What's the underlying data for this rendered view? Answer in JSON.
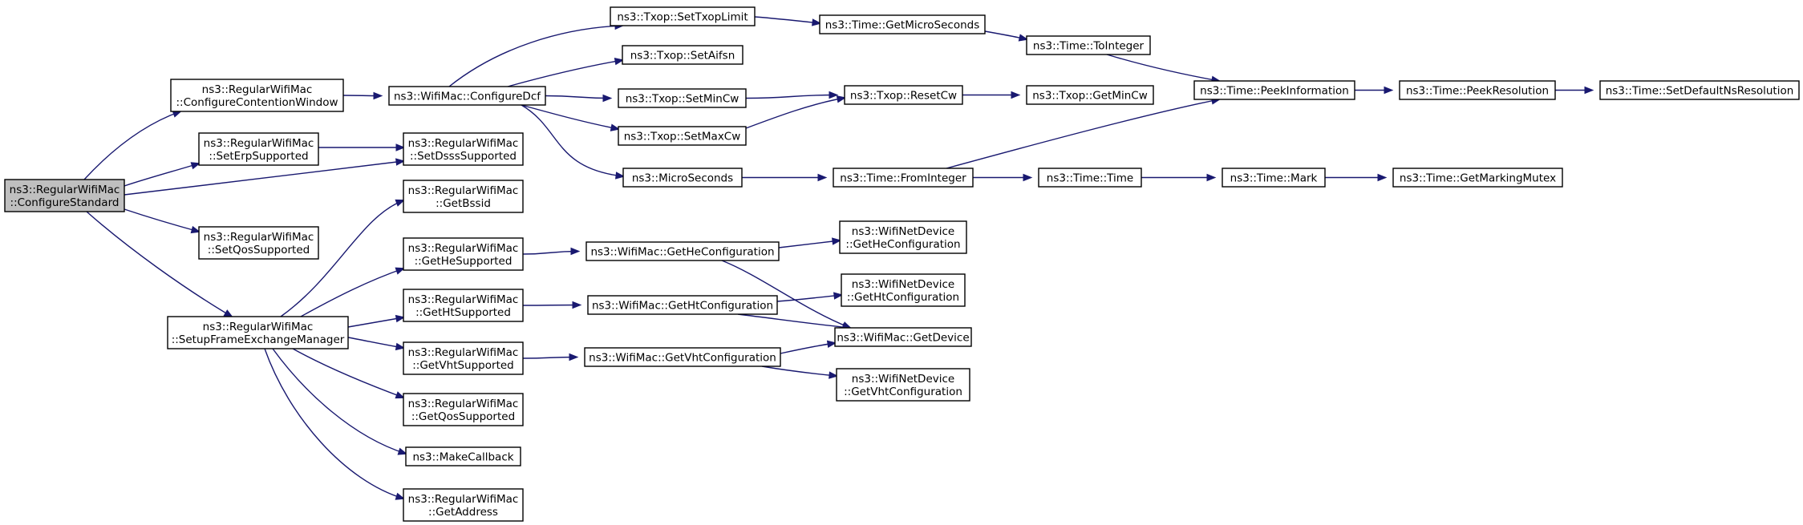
{
  "graph": {
    "nodes": [
      {
        "id": "configure_standard",
        "name": "node-configure-standard",
        "lines": [
          "ns3::RegularWifiMac",
          "::ConfigureStandard"
        ],
        "highlight": true
      },
      {
        "id": "configure_contention_window",
        "name": "node-configure-contention-window",
        "lines": [
          "ns3::RegularWifiMac",
          "::ConfigureContentionWindow"
        ]
      },
      {
        "id": "set_erp_supported",
        "name": "node-set-erp-supported",
        "lines": [
          "ns3::RegularWifiMac",
          "::SetErpSupported"
        ]
      },
      {
        "id": "set_qos_supported",
        "name": "node-set-qos-supported",
        "lines": [
          "ns3::RegularWifiMac",
          "::SetQosSupported"
        ]
      },
      {
        "id": "setup_frame_exchange_manager",
        "name": "node-setup-frame-exchange-manager",
        "lines": [
          "ns3::RegularWifiMac",
          "::SetupFrameExchangeManager"
        ]
      },
      {
        "id": "configure_dcf",
        "name": "node-configure-dcf",
        "lines": [
          "ns3::WifiMac::ConfigureDcf"
        ]
      },
      {
        "id": "set_dsss_supported",
        "name": "node-set-dsss-supported",
        "lines": [
          "ns3::RegularWifiMac",
          "::SetDsssSupported"
        ]
      },
      {
        "id": "get_bssid",
        "name": "node-get-bssid",
        "lines": [
          "ns3::RegularWifiMac",
          "::GetBssid"
        ]
      },
      {
        "id": "get_he_supported",
        "name": "node-get-he-supported",
        "lines": [
          "ns3::RegularWifiMac",
          "::GetHeSupported"
        ]
      },
      {
        "id": "get_ht_supported",
        "name": "node-get-ht-supported",
        "lines": [
          "ns3::RegularWifiMac",
          "::GetHtSupported"
        ]
      },
      {
        "id": "get_vht_supported",
        "name": "node-get-vht-supported",
        "lines": [
          "ns3::RegularWifiMac",
          "::GetVhtSupported"
        ]
      },
      {
        "id": "get_qos_supported",
        "name": "node-get-qos-supported",
        "lines": [
          "ns3::RegularWifiMac",
          "::GetQosSupported"
        ]
      },
      {
        "id": "make_callback",
        "name": "node-make-callback",
        "lines": [
          "ns3::MakeCallback"
        ]
      },
      {
        "id": "get_address",
        "name": "node-get-address",
        "lines": [
          "ns3::RegularWifiMac",
          "::GetAddress"
        ]
      },
      {
        "id": "set_txop_limit",
        "name": "node-set-txop-limit",
        "lines": [
          "ns3::Txop::SetTxopLimit"
        ]
      },
      {
        "id": "set_aifsn",
        "name": "node-set-aifsn",
        "lines": [
          "ns3::Txop::SetAifsn"
        ]
      },
      {
        "id": "set_min_cw",
        "name": "node-set-min-cw",
        "lines": [
          "ns3::Txop::SetMinCw"
        ]
      },
      {
        "id": "set_max_cw",
        "name": "node-set-max-cw",
        "lines": [
          "ns3::Txop::SetMaxCw"
        ]
      },
      {
        "id": "micro_seconds",
        "name": "node-micro-seconds",
        "lines": [
          "ns3::MicroSeconds"
        ]
      },
      {
        "id": "wm_get_he_configuration",
        "name": "node-wifimac-get-he-configuration",
        "lines": [
          "ns3::WifiMac::GetHeConfiguration"
        ]
      },
      {
        "id": "wm_get_ht_configuration",
        "name": "node-wifimac-get-ht-configuration",
        "lines": [
          "ns3::WifiMac::GetHtConfiguration"
        ]
      },
      {
        "id": "wm_get_vht_configuration",
        "name": "node-wifimac-get-vht-configuration",
        "lines": [
          "ns3::WifiMac::GetVhtConfiguration"
        ]
      },
      {
        "id": "get_micro_seconds",
        "name": "node-time-get-micro-seconds",
        "lines": [
          "ns3::Time::GetMicroSeconds"
        ]
      },
      {
        "id": "reset_cw",
        "name": "node-txop-reset-cw",
        "lines": [
          "ns3::Txop::ResetCw"
        ]
      },
      {
        "id": "from_integer",
        "name": "node-time-from-integer",
        "lines": [
          "ns3::Time::FromInteger"
        ]
      },
      {
        "id": "nd_get_he_configuration",
        "name": "node-netdevice-get-he-configuration",
        "lines": [
          "ns3::WifiNetDevice",
          "::GetHeConfiguration"
        ]
      },
      {
        "id": "nd_get_ht_configuration",
        "name": "node-netdevice-get-ht-configuration",
        "lines": [
          "ns3::WifiNetDevice",
          "::GetHtConfiguration"
        ]
      },
      {
        "id": "get_device",
        "name": "node-wifimac-get-device",
        "lines": [
          "ns3::WifiMac::GetDevice"
        ]
      },
      {
        "id": "nd_get_vht_configuration",
        "name": "node-netdevice-get-vht-configuration",
        "lines": [
          "ns3::WifiNetDevice",
          "::GetVhtConfiguration"
        ]
      },
      {
        "id": "to_integer",
        "name": "node-time-to-integer",
        "lines": [
          "ns3::Time::ToInteger"
        ]
      },
      {
        "id": "get_min_cw",
        "name": "node-txop-get-min-cw",
        "lines": [
          "ns3::Txop::GetMinCw"
        ]
      },
      {
        "id": "time_time",
        "name": "node-time-time",
        "lines": [
          "ns3::Time::Time"
        ]
      },
      {
        "id": "peek_information",
        "name": "node-time-peek-information",
        "lines": [
          "ns3::Time::PeekInformation"
        ]
      },
      {
        "id": "mark",
        "name": "node-time-mark",
        "lines": [
          "ns3::Time::Mark"
        ]
      },
      {
        "id": "peek_resolution",
        "name": "node-time-peek-resolution",
        "lines": [
          "ns3::Time::PeekResolution"
        ]
      },
      {
        "id": "get_marking_mutex",
        "name": "node-time-get-marking-mutex",
        "lines": [
          "ns3::Time::GetMarkingMutex"
        ]
      },
      {
        "id": "set_default_ns_resolution",
        "name": "node-time-set-default-ns-resolution",
        "lines": [
          "ns3::Time::SetDefaultNsResolution"
        ]
      }
    ],
    "edges": [
      {
        "from": "configure_standard",
        "to": "configure_contention_window"
      },
      {
        "from": "configure_standard",
        "to": "set_erp_supported"
      },
      {
        "from": "configure_standard",
        "to": "set_dsss_supported"
      },
      {
        "from": "configure_standard",
        "to": "set_qos_supported"
      },
      {
        "from": "configure_standard",
        "to": "setup_frame_exchange_manager"
      },
      {
        "from": "configure_contention_window",
        "to": "configure_dcf"
      },
      {
        "from": "set_erp_supported",
        "to": "set_dsss_supported"
      },
      {
        "from": "configure_dcf",
        "to": "set_txop_limit"
      },
      {
        "from": "configure_dcf",
        "to": "set_aifsn"
      },
      {
        "from": "configure_dcf",
        "to": "set_min_cw"
      },
      {
        "from": "configure_dcf",
        "to": "set_max_cw"
      },
      {
        "from": "configure_dcf",
        "to": "micro_seconds"
      },
      {
        "from": "set_txop_limit",
        "to": "get_micro_seconds"
      },
      {
        "from": "get_micro_seconds",
        "to": "to_integer"
      },
      {
        "from": "to_integer",
        "to": "peek_information"
      },
      {
        "from": "set_min_cw",
        "to": "reset_cw"
      },
      {
        "from": "set_max_cw",
        "to": "reset_cw"
      },
      {
        "from": "reset_cw",
        "to": "get_min_cw"
      },
      {
        "from": "micro_seconds",
        "to": "from_integer"
      },
      {
        "from": "from_integer",
        "to": "peek_information"
      },
      {
        "from": "from_integer",
        "to": "time_time"
      },
      {
        "from": "time_time",
        "to": "mark"
      },
      {
        "from": "mark",
        "to": "get_marking_mutex"
      },
      {
        "from": "peek_information",
        "to": "peek_resolution"
      },
      {
        "from": "peek_resolution",
        "to": "set_default_ns_resolution"
      },
      {
        "from": "setup_frame_exchange_manager",
        "to": "get_bssid"
      },
      {
        "from": "setup_frame_exchange_manager",
        "to": "get_he_supported"
      },
      {
        "from": "setup_frame_exchange_manager",
        "to": "get_ht_supported"
      },
      {
        "from": "setup_frame_exchange_manager",
        "to": "get_vht_supported"
      },
      {
        "from": "setup_frame_exchange_manager",
        "to": "get_qos_supported"
      },
      {
        "from": "setup_frame_exchange_manager",
        "to": "make_callback"
      },
      {
        "from": "setup_frame_exchange_manager",
        "to": "get_address"
      },
      {
        "from": "get_he_supported",
        "to": "wm_get_he_configuration"
      },
      {
        "from": "get_ht_supported",
        "to": "wm_get_ht_configuration"
      },
      {
        "from": "get_vht_supported",
        "to": "wm_get_vht_configuration"
      },
      {
        "from": "wm_get_he_configuration",
        "to": "nd_get_he_configuration"
      },
      {
        "from": "wm_get_he_configuration",
        "to": "get_device"
      },
      {
        "from": "wm_get_ht_configuration",
        "to": "nd_get_ht_configuration"
      },
      {
        "from": "wm_get_ht_configuration",
        "to": "get_device"
      },
      {
        "from": "wm_get_vht_configuration",
        "to": "get_device"
      },
      {
        "from": "wm_get_vht_configuration",
        "to": "nd_get_vht_configuration"
      }
    ]
  }
}
